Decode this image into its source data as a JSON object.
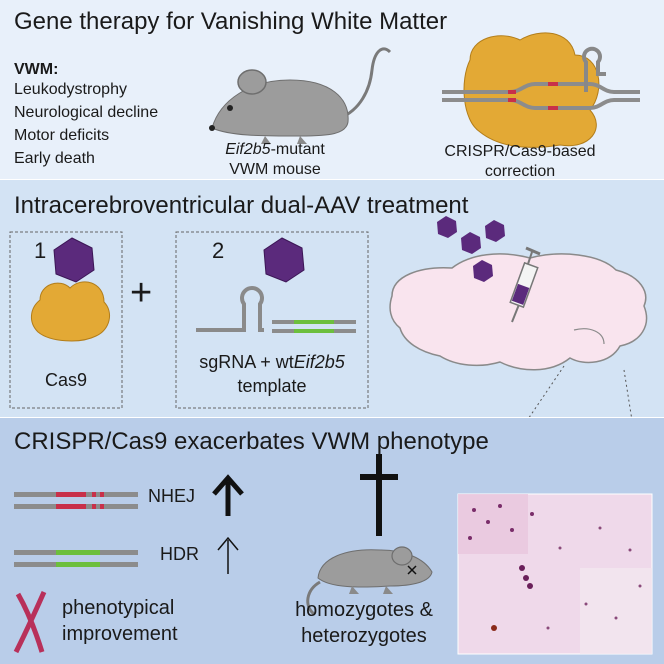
{
  "panel1": {
    "title": "Gene therapy for Vanishing White Matter",
    "vwm_heading": "VWM:",
    "vwm_symptoms": [
      "Leukodystrophy",
      "Neurological decline",
      "Motor deficits",
      "Early death"
    ],
    "mouse_label_italic": "Eif2b5",
    "mouse_label_rest": "-mutant",
    "mouse_label_line2": "VWM mouse",
    "crispr_label_line1": "CRISPR/Cas9-based",
    "crispr_label_line2": "correction"
  },
  "panel2": {
    "title": "Intracerebroventricular dual-AAV treatment",
    "vector1_number": "1",
    "vector1_label": "Cas9",
    "plus_sign": "+",
    "vector2_number": "2",
    "vector2_label_prefix": "sgRNA + wt",
    "vector2_label_italic": "Eif2b5",
    "vector2_label_line2": "template"
  },
  "panel3": {
    "title": "CRISPR/Cas9 exacerbates VWM phenotype",
    "nhej_label": "NHEJ",
    "hdr_label": "HDR",
    "phenotype_line1": "phenotypical",
    "phenotype_line2": "improvement",
    "mouse_label_line1": "homozygotes &",
    "mouse_label_line2": "heterozygotes",
    "dagger_symbol": "†"
  },
  "colors": {
    "cas9": "#e3a935",
    "aav": "#5b2a7c",
    "dna_grey": "#8c8c8c",
    "dna_red": "#c8304a",
    "dna_green": "#6cbf3d",
    "brain": "#f9e4ee",
    "mouse": "#9c9c9c",
    "cross": "#b8305a"
  }
}
